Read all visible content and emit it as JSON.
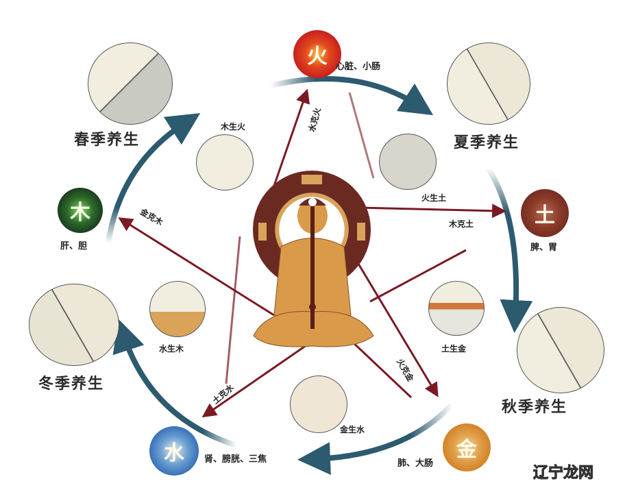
{
  "elements": [
    {
      "id": "fire",
      "char": "火",
      "organs": "心脏、小肠",
      "color": "#c8201e",
      "glow": "#f7c24a"
    },
    {
      "id": "earth",
      "char": "土",
      "organs": "脾、胃",
      "color": "#6e2a20",
      "glow": "#b46a50"
    },
    {
      "id": "metal",
      "char": "金",
      "organs": "肺、大肠",
      "color": "#d07a1e",
      "glow": "#f5d9a0"
    },
    {
      "id": "water",
      "char": "水",
      "organs": "肾、膀胱、三焦",
      "color": "#2a64b0",
      "glow": "#e6eef0"
    },
    {
      "id": "wood",
      "char": "木",
      "organs": "肝、胆",
      "color": "#15301c",
      "glow": "#7ee060"
    }
  ],
  "seasons": {
    "spring": "春季养生",
    "summer": "夏季养生",
    "autumn": "秋季养生",
    "winter": "冬季养生"
  },
  "generating": [
    {
      "id": "wood_fire",
      "label": "木生火"
    },
    {
      "id": "fire_earth",
      "label": "火生土"
    },
    {
      "id": "earth_metal",
      "label": "土生金"
    },
    {
      "id": "metal_water",
      "label": "金生水"
    },
    {
      "id": "water_wood",
      "label": "水生木"
    }
  ],
  "controlling": [
    {
      "id": "water_fire",
      "label": "水克火"
    },
    {
      "id": "wood_earth",
      "label": "木克土"
    },
    {
      "id": "fire_metal",
      "label": "火克金"
    },
    {
      "id": "earth_water",
      "label": "土克水"
    },
    {
      "id": "metal_wood",
      "label": "金克木"
    }
  ],
  "colors": {
    "cycle_arrow": "#2c5a6e",
    "control_arrow": "#7a1a24",
    "figure": "#d99a4a",
    "halo": "#6a2a22"
  },
  "watermark": {
    "part1": "辽宁",
    "part2": "龙网"
  }
}
